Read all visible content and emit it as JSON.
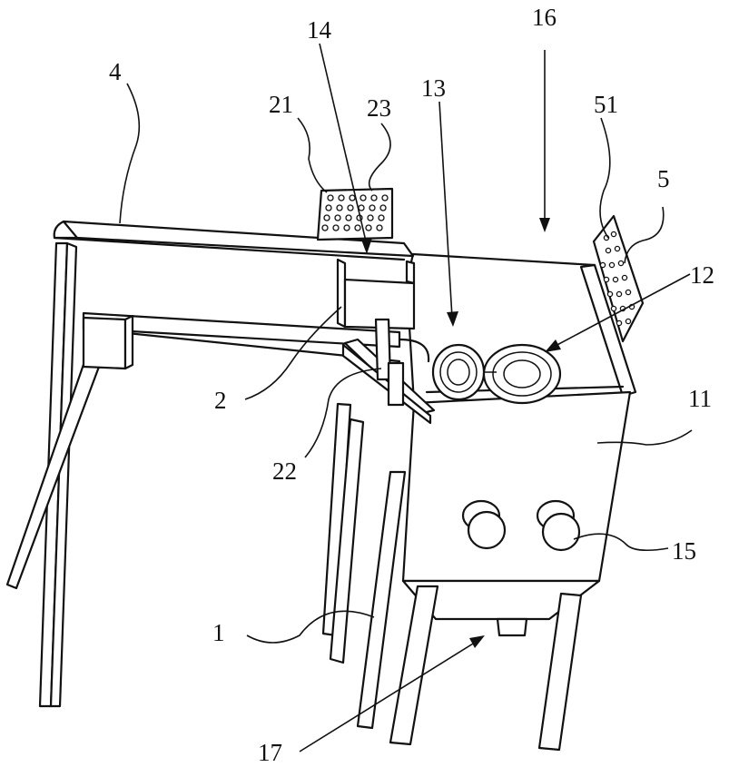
{
  "figure": {
    "labels": {
      "l1": "1",
      "l2": "2",
      "l4": "4",
      "l5": "5",
      "l11": "11",
      "l12": "12",
      "l13": "13",
      "l14": "14",
      "l15": "15",
      "l16": "16",
      "l17": "17",
      "l21": "21",
      "l22": "22",
      "l23": "23",
      "l51": "51"
    },
    "colors": {
      "line": "#111111",
      "background": "#ffffff"
    }
  }
}
